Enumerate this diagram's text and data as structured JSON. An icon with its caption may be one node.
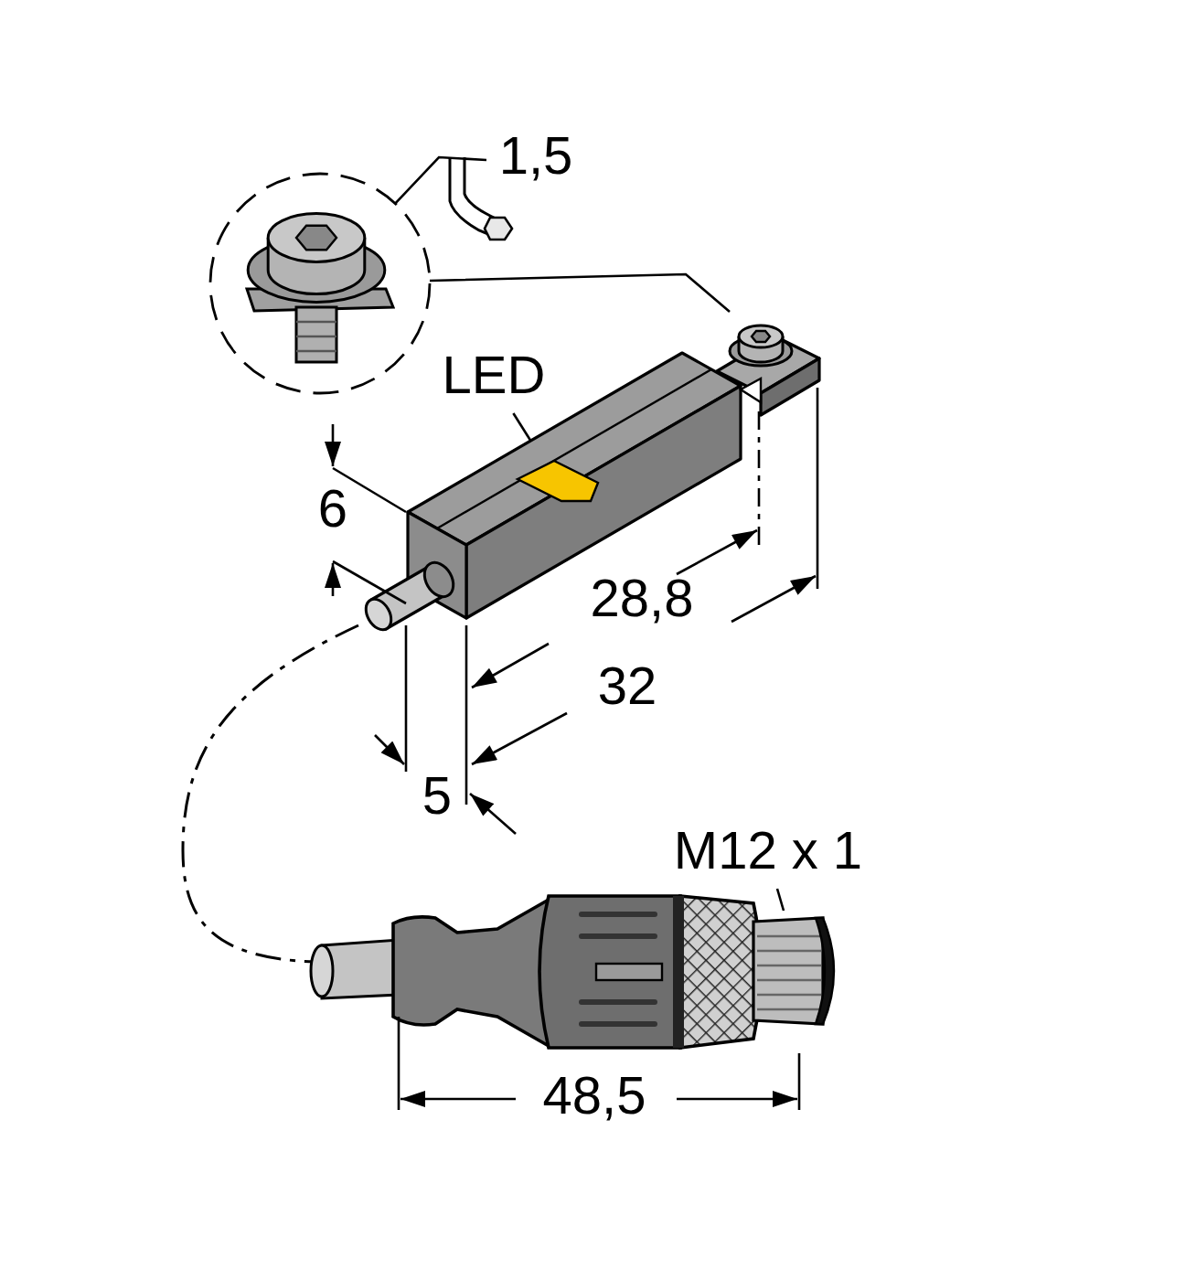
{
  "diagram": {
    "nodes": [
      {
        "text": [
          "1,5"
        ]
      },
      {
        "text": [],
        "shape": "circle"
      },
      {
        "text": [],
        "shape": "picture"
      },
      {
        "text": [
          "LED"
        ]
      },
      {
        "text": [],
        "shape": "box"
      },
      {
        "text": [
          "M12 x 1"
        ]
      },
      {
        "text": [],
        "shape": "picture"
      }
    ],
    "edges": [
      {
        "from": 0,
        "to": 1,
        "arrow": "none"
      },
      {
        "from": 1,
        "to": 2,
        "arrow": "none"
      },
      {
        "from": 3,
        "to": 4,
        "arrow": "none"
      },
      {
        "from": 5,
        "to": 6,
        "arrow": "none"
      }
    ],
    "labels": [
      "6",
      "28,8",
      "32",
      "5",
      "48,5"
    ]
  }
}
